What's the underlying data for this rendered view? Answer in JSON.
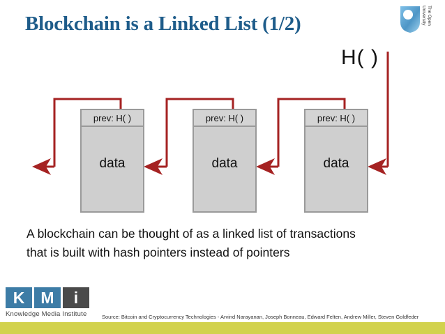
{
  "slide": {
    "title": "Blockchain is a Linked List (1/2)",
    "title_color": "#1e5c8a",
    "background": "#ffffff",
    "bottom_bar_color": "#d2d24e"
  },
  "ou_logo": {
    "name": "the-open-university-logo",
    "line1": "The Open",
    "line2": "University",
    "shield_color": "#5b9dd1"
  },
  "diagram": {
    "hash_label": "H(  )",
    "arrow_color": "#a52222",
    "block_fill": "#cfcfcf",
    "block_border": "#9a9a9a",
    "blocks": [
      {
        "header": "prev: H(  )",
        "body": "data"
      },
      {
        "header": "prev: H(  )",
        "body": "data"
      },
      {
        "header": "prev: H(  )",
        "body": "data"
      }
    ]
  },
  "body": {
    "line1": "A blockchain can be thought of as a linked list of transactions",
    "line2": "that is built with hash pointers instead of pointers"
  },
  "kmi_logo": {
    "letters": [
      "K",
      "M",
      "i"
    ],
    "caption": "Knowledge Media Institute",
    "blue": "#3d7ca6",
    "gray": "#4a4a4a"
  },
  "footer": {
    "source": "Source: Bitcoin and Cryptocurrency  Technologies - Arvind Narayanan, Joseph Bonneau, Edward Felten, Andrew Miller, Steven Goldfeder"
  }
}
